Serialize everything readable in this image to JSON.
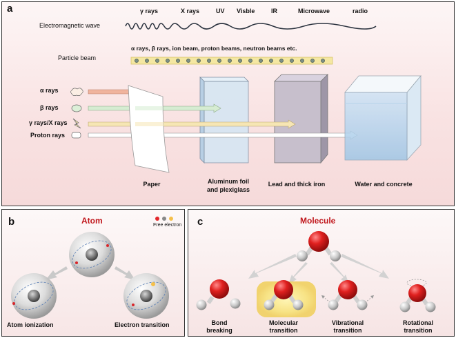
{
  "panel_a": {
    "label": "a",
    "spectrum": [
      "γ rays",
      "X rays",
      "UV",
      "Visble",
      "IR",
      "Microwave",
      "radio"
    ],
    "em_wave_label": "Electromagnetic wave",
    "particle_beam_label": "Particle beam",
    "particle_types": "α rays,  β rays, ion beam, proton beams, neutron beams etc.",
    "rays": [
      "α rays",
      "β rays",
      "γ rays/X rays",
      "Proton  rays"
    ],
    "barriers": [
      "Paper",
      "Aluminum foil and plexiglass",
      "Lead and thick iron",
      "Water and concrete"
    ]
  },
  "panel_b": {
    "label": "b",
    "title": "Atom",
    "legend": "Free electron",
    "captions": [
      "Atom ionization",
      "Electron transition"
    ]
  },
  "panel_c": {
    "label": "c",
    "title": "Molecule",
    "captions": [
      [
        "Bond",
        "breaking"
      ],
      [
        "Molecular",
        "transition"
      ],
      [
        "Vibrational",
        "transition"
      ],
      [
        "Rotational",
        "transition"
      ]
    ]
  },
  "colors": {
    "title_red": "#c0161b",
    "alpha_arrow": "#eeb19c",
    "beta_arrow": "#d6ecd2",
    "gamma_arrow": "#f6e6b4",
    "proton_arrow": "#ffffff",
    "oxygen": "#d91e1e",
    "hydrogen": "#cfcfcf"
  }
}
